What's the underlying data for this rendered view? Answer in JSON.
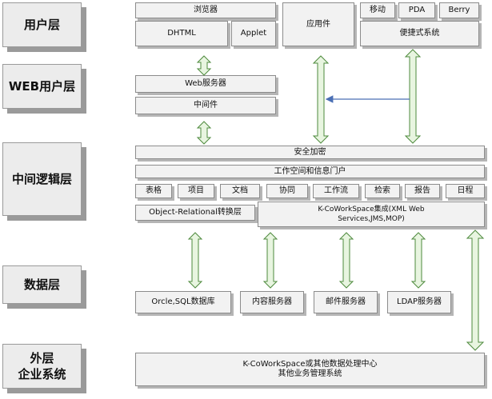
{
  "layers": {
    "user": "用户层",
    "web": "WEB用户层",
    "logic": "中间逻辑层",
    "data": "数据层",
    "external_line1": "外层",
    "external_line2": "企业系统"
  },
  "user_layer": {
    "browser": "浏览器",
    "dhtml": "DHTML",
    "applet": "Applet",
    "app": "应用件",
    "mobile": "移动",
    "pda": "PDA",
    "berry": "Berry",
    "portable": "便捷式系统"
  },
  "web_layer": {
    "web_server": "Web服务器",
    "middleware": "中间件"
  },
  "logic_layer": {
    "security": "安全加密",
    "workspace": "工作空间和信息门户",
    "modules": [
      "表格",
      "项目",
      "文档",
      "协同",
      "工作流",
      "检索",
      "报告",
      "日程"
    ],
    "or_convert": "Object-Relational转换层",
    "integration": "K-CoWorkSpace集成(XML Web Services,JMS,MOP)"
  },
  "data_layer": {
    "db": "Orcle,SQL数据库",
    "content": "内容服务器",
    "mail": "邮件服务器",
    "ldap": "LDAP服务器"
  },
  "external_layer": {
    "line1": "K-CoWorkSpace或其他数据处理中心",
    "line2": "其他业务管理系统"
  },
  "colors": {
    "arrow_fill": "#e8f5e0",
    "arrow_stroke": "#4d8a3c",
    "blue_arrow": "#4a6fb5",
    "box_fill": "#f2f2f2",
    "shadow": "#9a9a9a"
  }
}
